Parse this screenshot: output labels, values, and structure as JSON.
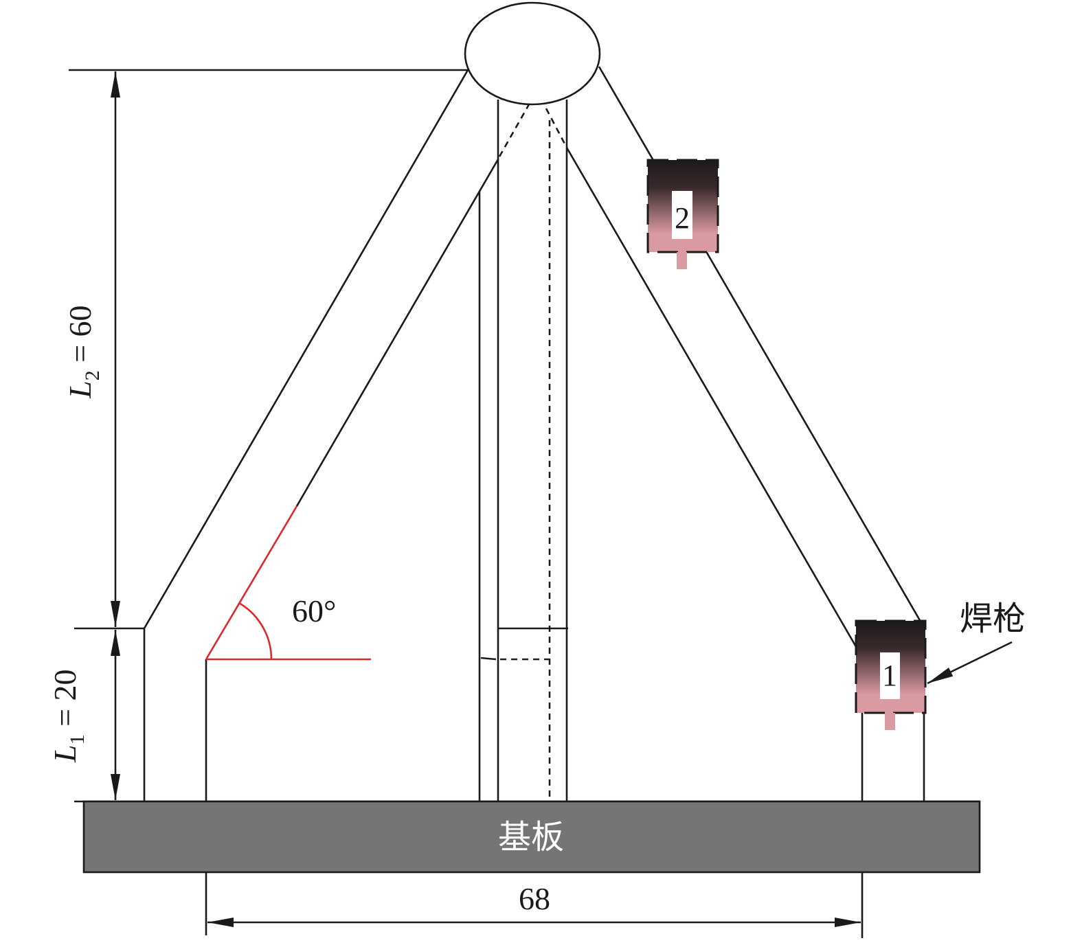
{
  "title": "Welding path diagram for inclined strut structure",
  "labels": {
    "l2_symbol": "L",
    "l2_sub": "2",
    "l2_value": " = 60",
    "l1_symbol": "L",
    "l1_sub": "1",
    "l1_value": " = 20",
    "angle": "60°",
    "torch": "焊枪",
    "substrate": "基板",
    "width": "68",
    "torch1_number": "1",
    "torch2_number": "2"
  },
  "colors": {
    "substrate": "#767474",
    "angle": "#e0262b",
    "torch_top": "#1c1a1a",
    "torch_bottom": "#d99aa1"
  }
}
